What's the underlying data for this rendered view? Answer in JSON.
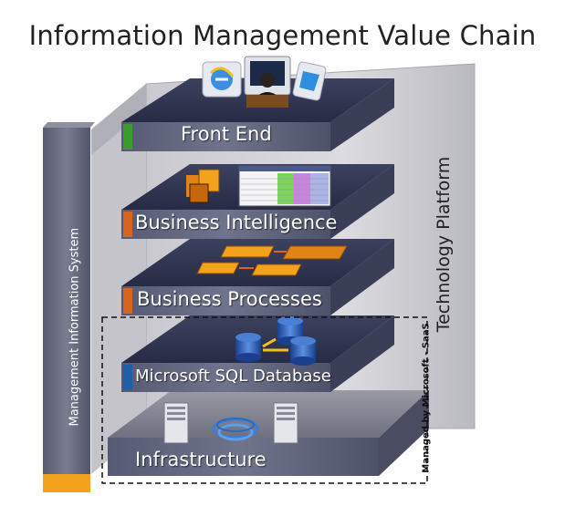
{
  "title": "Information Management Value Chain",
  "layers": {
    "front_end": "Front End",
    "business_intelligence": "Business Intelligence",
    "business_processes": "Business Processes",
    "sql_database": "Microsoft SQL Database",
    "infrastructure": "Infrastructure"
  },
  "side_labels": {
    "management_information_system": "Management Information System",
    "technology_platform": "Technology Platform",
    "managed_by": "Managed by Microsoft - SaaS"
  },
  "colors": {
    "slab_top": "#2f3452",
    "slab_side": "#5b5f78",
    "green_tab": "#3a9c2c",
    "orange_tab": "#d9641c",
    "blue_tab": "#1f5fa8",
    "mis_bar": "#6a6d80",
    "mis_bar_bottom": "#f2a21c"
  },
  "icons": [
    "ie-icon",
    "user-at-monitor-icon",
    "document-icon",
    "cube-icon",
    "spreadsheet-icon",
    "process-flow-icon",
    "database-icon",
    "server-icon",
    "network-cable-icon"
  ]
}
